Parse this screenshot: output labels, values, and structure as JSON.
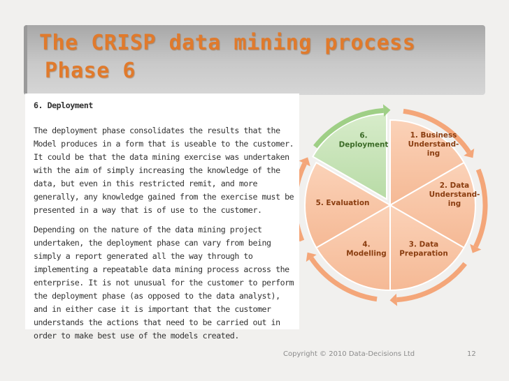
{
  "slide": {
    "title_line1": "The CRISP data mining process",
    "title_line2": "Phase 6",
    "heading": "6. Deployment",
    "paragraph1": "The deployment phase consolidates the results that the Model produces in a form that is useable to the customer. It could be that the data mining exercise was undertaken with the aim of simply increasing the knowledge of the data, but even in this restricted remit, and more generally, any knowledge gained from the exercise must be presented in a way that is of use to the customer.",
    "paragraph2": "Depending on the nature of the data mining project undertaken, the deployment phase can vary from being simply a report generated all the way through to implementing a repeatable data mining process across the enterprise. It is not unusual for the customer to perform the deployment phase (as opposed to the data analyst), and in either case it is important that the customer understands the actions that need to be carried out in order to make best use of the models created.",
    "footer_copyright": "Copyright © 2010 Data-Decisions Ltd",
    "page_number": "12"
  },
  "diagram": {
    "segments": [
      {
        "lines": [
          "1. Business",
          "Understand-",
          "ing"
        ],
        "highlighted": false
      },
      {
        "lines": [
          "2. Data",
          "Understand-",
          "ing"
        ],
        "highlighted": false
      },
      {
        "lines": [
          "3. Data",
          "Preparation"
        ],
        "highlighted": false
      },
      {
        "lines": [
          "4.",
          "Modelling"
        ],
        "highlighted": false
      },
      {
        "lines": [
          "5. Evaluation"
        ],
        "highlighted": false
      },
      {
        "lines": [
          "6.",
          "Deployment"
        ],
        "highlighted": true
      }
    ],
    "colors": {
      "normal_fill": "#f5b995",
      "normal_stroke": "#ffffff",
      "normal_text": "#8a3d10",
      "highlight_fill": "#b8dba6",
      "highlight_text": "#3a6a26",
      "arrow_normal": "#f4a679",
      "arrow_highlight": "#9fcf86",
      "title_color": "#e07a2c"
    }
  }
}
